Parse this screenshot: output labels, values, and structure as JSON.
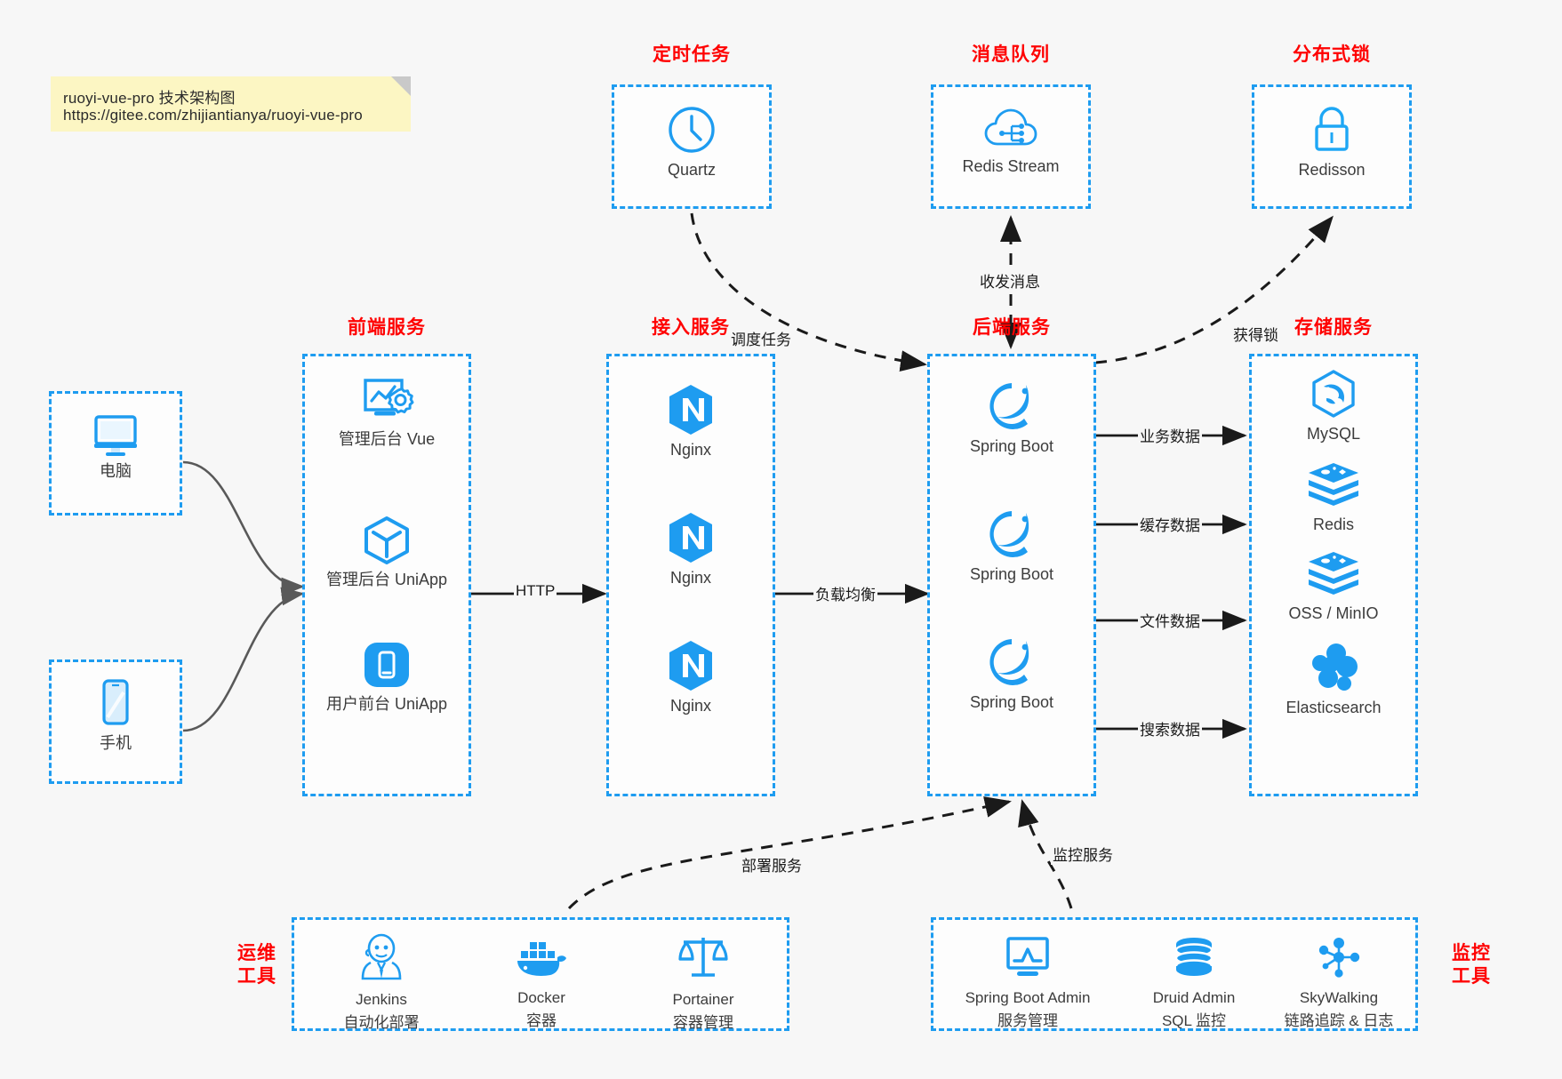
{
  "note": {
    "line1": "ruoyi-vue-pro 技术架构图",
    "line2": "https://gitee.com/zhijiantianya/ruoyi-vue-pro"
  },
  "colors": {
    "accent_blue": "#1e9cf0",
    "title_red": "#ff0000",
    "background": "#f7f7f7",
    "note_yellow": "#fcf6c3",
    "arrow_gray": "#595959",
    "text_dark": "#3c3c3c"
  },
  "groups": {
    "scheduler": {
      "title": "定时任务"
    },
    "mq": {
      "title": "消息队列"
    },
    "lock": {
      "title": "分布式锁"
    },
    "frontend": {
      "title": "前端服务"
    },
    "gateway": {
      "title": "接入服务"
    },
    "backend": {
      "title": "后端服务"
    },
    "storage": {
      "title": "存储服务"
    },
    "devops": {
      "title_line1": "运维",
      "title_line2": "工具"
    },
    "monitor": {
      "title_line1": "监控",
      "title_line2": "工具"
    }
  },
  "clients": [
    {
      "label": "电脑",
      "icon": "desktop-computer-icon"
    },
    {
      "label": "手机",
      "icon": "mobile-phone-icon"
    }
  ],
  "scheduler_nodes": [
    {
      "label": "Quartz",
      "icon": "clock-icon"
    }
  ],
  "mq_nodes": [
    {
      "label": "Redis Stream",
      "icon": "cloud-network-icon"
    }
  ],
  "lock_nodes": [
    {
      "label": "Redisson",
      "icon": "padlock-icon"
    }
  ],
  "frontend_nodes": [
    {
      "label": "管理后台 Vue",
      "icon": "dashboard-gear-icon"
    },
    {
      "label": "管理后台 UniApp",
      "icon": "cube-icon"
    },
    {
      "label": "用户前台 UniApp",
      "icon": "mobile-app-icon"
    }
  ],
  "gateway_nodes": [
    {
      "label": "Nginx",
      "icon": "nginx-icon"
    },
    {
      "label": "Nginx",
      "icon": "nginx-icon"
    },
    {
      "label": "Nginx",
      "icon": "nginx-icon"
    }
  ],
  "backend_nodes": [
    {
      "label": "Spring Boot",
      "icon": "spring-boot-icon"
    },
    {
      "label": "Spring Boot",
      "icon": "spring-boot-icon"
    },
    {
      "label": "Spring Boot",
      "icon": "spring-boot-icon"
    }
  ],
  "storage_nodes": [
    {
      "label": "MySQL",
      "icon": "mysql-dolphin-icon"
    },
    {
      "label": "Redis",
      "icon": "redis-stack-icon"
    },
    {
      "label": "OSS / MinIO",
      "icon": "minio-stack-icon"
    },
    {
      "label": "Elasticsearch",
      "icon": "elasticsearch-icon"
    }
  ],
  "devops_nodes": [
    {
      "name": "Jenkins",
      "desc": "自动化部署",
      "icon": "jenkins-butler-icon"
    },
    {
      "name": "Docker",
      "desc": "容器",
      "icon": "docker-whale-icon"
    },
    {
      "name": "Portainer",
      "desc": "容器管理",
      "icon": "scales-icon"
    }
  ],
  "monitor_nodes": [
    {
      "name": "Spring Boot Admin",
      "desc": "服务管理",
      "icon": "monitor-chart-icon"
    },
    {
      "name": "Druid Admin",
      "desc": "SQL 监控",
      "icon": "database-icon"
    },
    {
      "name": "SkyWalking",
      "desc": "链路追踪 & 日志",
      "icon": "skywalking-node-icon"
    }
  ],
  "edges": [
    {
      "label": "HTTP"
    },
    {
      "label": "负载均衡"
    },
    {
      "label": "调度任务"
    },
    {
      "label": "收发消息"
    },
    {
      "label": "获得锁"
    },
    {
      "label": "业务数据"
    },
    {
      "label": "缓存数据"
    },
    {
      "label": "文件数据"
    },
    {
      "label": "搜索数据"
    },
    {
      "label": "部署服务"
    },
    {
      "label": "监控服务"
    }
  ]
}
